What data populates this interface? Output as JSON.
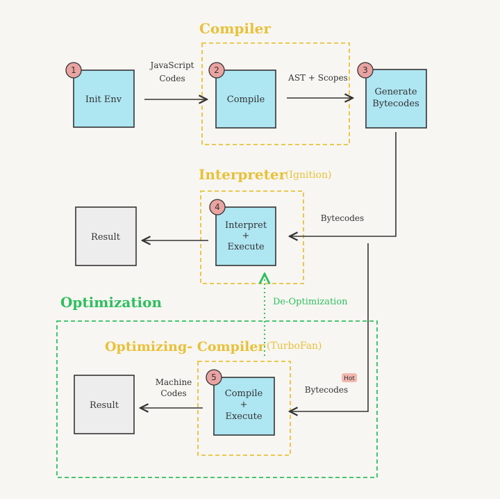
{
  "groups": {
    "compiler": {
      "title": "Compiler"
    },
    "interpreter": {
      "title": "Interpreter",
      "subtitle": "(Ignition)"
    },
    "optimization": {
      "title": "Optimization"
    },
    "optimizing_compiler": {
      "title": "Optimizing- Compiler",
      "subtitle": "(TurboFan)"
    }
  },
  "nodes": {
    "init_env": {
      "num": "1",
      "label": "Init Env"
    },
    "compile": {
      "num": "2",
      "label": "Compile"
    },
    "generate": {
      "num": "3",
      "label_line1": "Generate",
      "label_line2": "Bytecodes"
    },
    "interpret": {
      "num": "4",
      "label_line1": "Interpret",
      "label_line2": "+",
      "label_line3": "Execute"
    },
    "compile_execute": {
      "num": "5",
      "label_line1": "Compile",
      "label_line2": "+",
      "label_line3": "Execute"
    },
    "result_top": {
      "label": "Result"
    },
    "result_bottom": {
      "label": "Result"
    }
  },
  "edges": {
    "js_codes_line1": "JavaScript",
    "js_codes_line2": "Codes",
    "ast_scopes": "AST + Scopes",
    "bytecodes_top": "Bytecodes",
    "bytecodes_bottom": "Bytecodes",
    "hot_badge": "Hot",
    "machine_codes_line1": "Machine",
    "machine_codes_line2": "Codes",
    "de_optimization": "De-Optimization"
  },
  "colors": {
    "background": "#f7f6f2",
    "node_fill": "#aee6f2",
    "result_fill": "#ededed",
    "number_badge": "#e9a3a1",
    "compiler_yellow": "#e8c13a",
    "optimization_green": "#2fbf5f",
    "hot_badge": "#f3b8b0",
    "line": "#333333"
  }
}
